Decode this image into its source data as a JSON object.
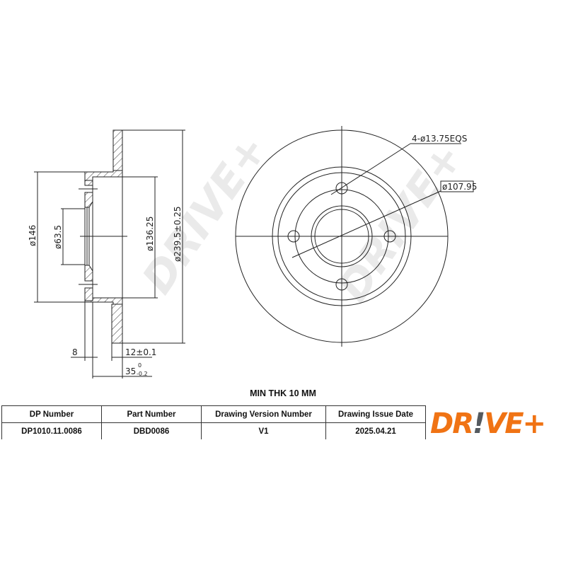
{
  "drawing": {
    "side_view": {
      "dimensions": {
        "d146": "ø146",
        "d63_5": "ø63.5",
        "d136_25": "ø136.25",
        "d239_5": "ø239.5±0.25",
        "thk8": "8",
        "thk12": "12±0.1",
        "height35": "35",
        "height35_tol_upper": "0",
        "height35_tol_lower": "-0.2"
      }
    },
    "front_view": {
      "bolt_holes": "4-ø13.75EQS",
      "pcd": "ø107.95"
    },
    "watermark": "DRIVE+"
  },
  "min_thickness": "MIN THK 10 MM",
  "table": {
    "headers": [
      "DP Number",
      "Part Number",
      "Drawing Version Number",
      "Drawing Issue Date"
    ],
    "values": [
      "DP1010.11.0086",
      "DBD0086",
      "V1",
      "2025.04.21"
    ]
  },
  "logo": {
    "text_pre": "DR",
    "text_bang": "!",
    "text_post": "VE+",
    "color_primary": "#F07314",
    "color_secondary": "#555A5F"
  }
}
